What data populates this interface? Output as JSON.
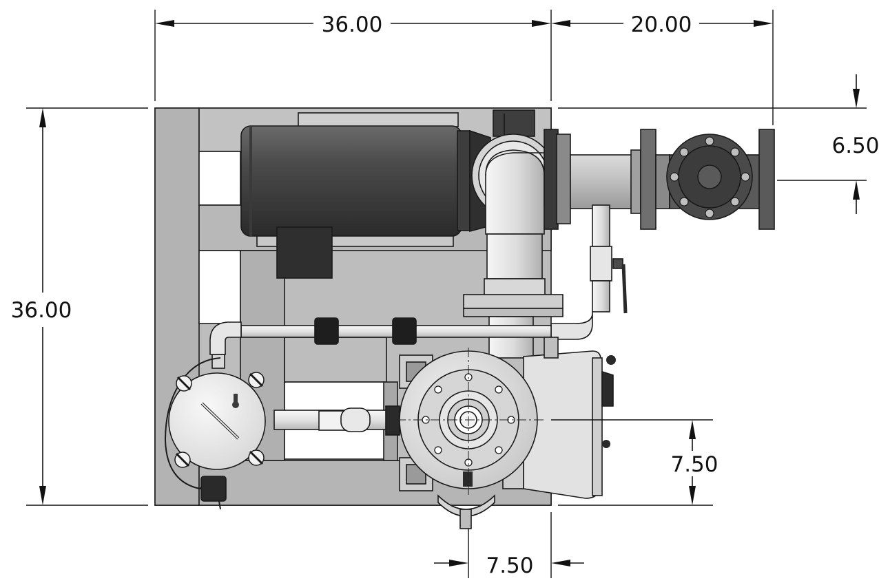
{
  "dimensions": {
    "overall_width": "36.00",
    "discharge_extension": "20.00",
    "overall_depth": "36.00",
    "discharge_offset": "6.50",
    "suction_height": "7.50",
    "suction_offset": "7.50"
  },
  "colors": {
    "skid": "#b9b9b9",
    "skid_shadow": "#8f8f8f",
    "motor": "#4a4a4a",
    "motor_dark": "#2f2f2f",
    "pipe": "#e6e6e6",
    "pipe_shade": "#c8c8c8",
    "flange": "#7a7a7a",
    "valve": "#5b5b5b",
    "valve_dark": "#2b2b2b",
    "line": "#111111"
  }
}
